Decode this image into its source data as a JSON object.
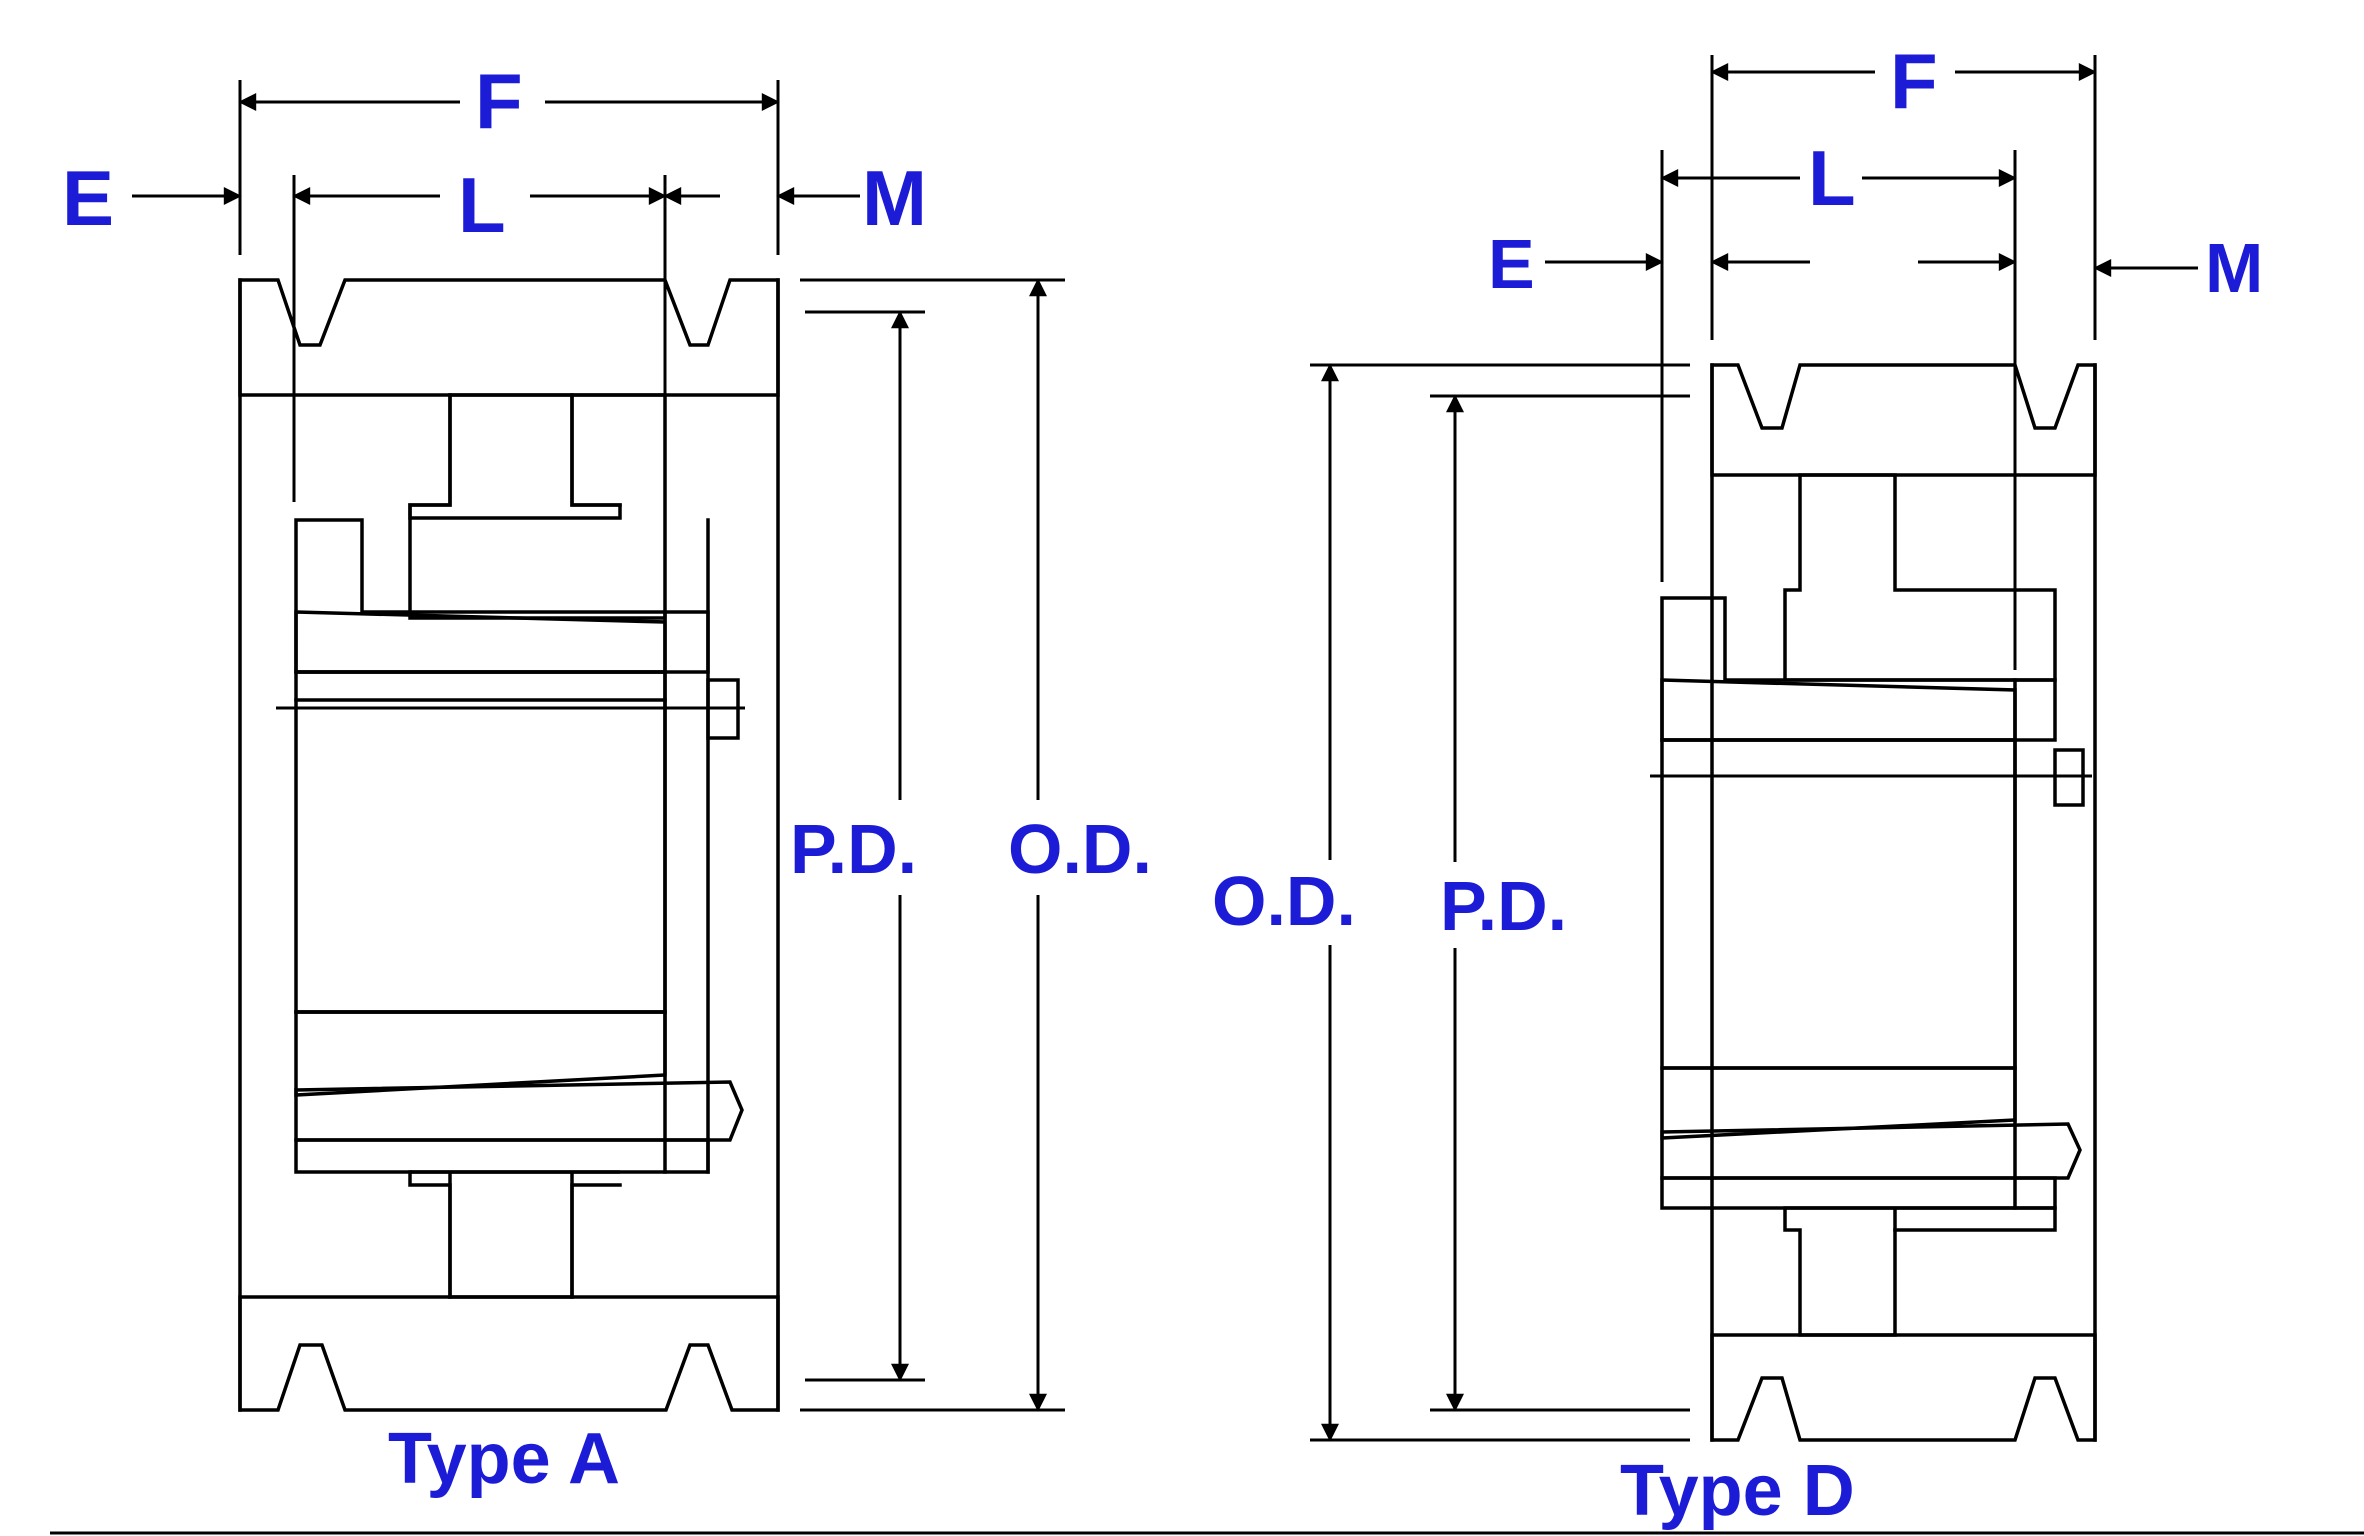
{
  "labels": {
    "type_a": {
      "f": "F",
      "e": "E",
      "l": "L",
      "m": "M",
      "pd": "P.D.",
      "od": "O.D.",
      "title": "Type A"
    },
    "type_d": {
      "f": "F",
      "l": "L",
      "e": "E",
      "m": "M",
      "od": "O.D.",
      "pd": "P.D.",
      "title": "Type D"
    }
  },
  "colors": {
    "label": "#1c1cd6",
    "line": "#000000",
    "background": "#ffffff"
  }
}
